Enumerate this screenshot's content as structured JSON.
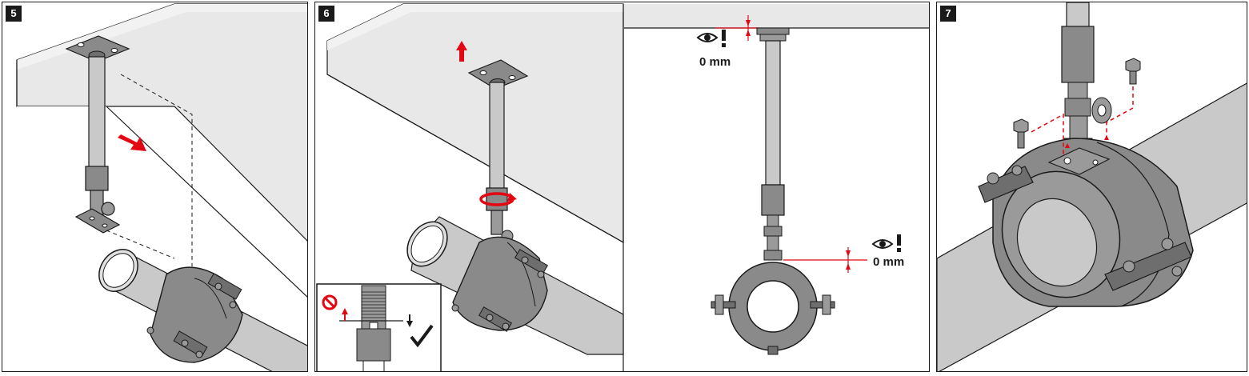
{
  "steps": {
    "five": "5",
    "six": "6",
    "seven": "7"
  },
  "clearance": {
    "top_label": "0 mm",
    "bottom_label": "0 mm"
  },
  "colors": {
    "accent_red": "#e30613",
    "pipe_grey": "#c9c9c9",
    "clamp_grey": "#8a8a8a",
    "ceiling_grey": "#e8e8e8",
    "outline": "#1a1a1a"
  },
  "icons": [
    "eye-warning-icon",
    "prohibited-icon",
    "checkmark-icon",
    "arrow-icon",
    "rotate-icon"
  ]
}
